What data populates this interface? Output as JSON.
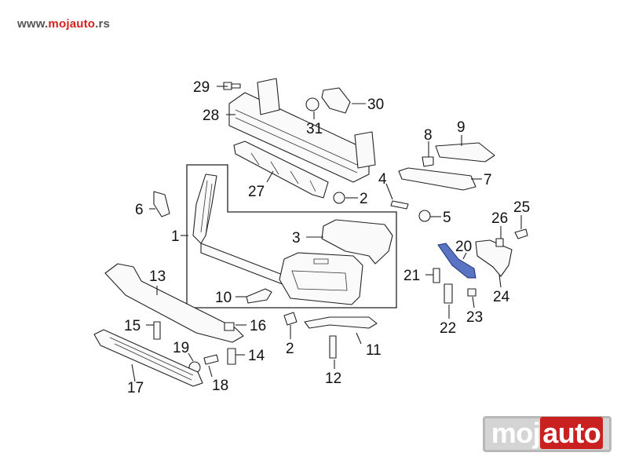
{
  "site": {
    "prefix": "www.",
    "brand": "mojauto",
    "suffix": ".rs"
  },
  "watermark": {
    "part1": "moj",
    "part2": "auto"
  },
  "callouts": [
    {
      "id": "c1",
      "label": "1"
    },
    {
      "id": "c2a",
      "label": "2"
    },
    {
      "id": "c2b",
      "label": "2"
    },
    {
      "id": "c3",
      "label": "3"
    },
    {
      "id": "c4",
      "label": "4"
    },
    {
      "id": "c5",
      "label": "5"
    },
    {
      "id": "c6",
      "label": "6"
    },
    {
      "id": "c7",
      "label": "7"
    },
    {
      "id": "c8",
      "label": "8"
    },
    {
      "id": "c9",
      "label": "9"
    },
    {
      "id": "c10",
      "label": "10"
    },
    {
      "id": "c11",
      "label": "11"
    },
    {
      "id": "c12",
      "label": "12"
    },
    {
      "id": "c13",
      "label": "13"
    },
    {
      "id": "c14",
      "label": "14"
    },
    {
      "id": "c15",
      "label": "15"
    },
    {
      "id": "c16",
      "label": "16"
    },
    {
      "id": "c17",
      "label": "17"
    },
    {
      "id": "c18",
      "label": "18"
    },
    {
      "id": "c19",
      "label": "19"
    },
    {
      "id": "c20",
      "label": "20"
    },
    {
      "id": "c21",
      "label": "21"
    },
    {
      "id": "c22",
      "label": "22"
    },
    {
      "id": "c23",
      "label": "23"
    },
    {
      "id": "c24",
      "label": "24"
    },
    {
      "id": "c25",
      "label": "25"
    },
    {
      "id": "c26",
      "label": "26"
    },
    {
      "id": "c27",
      "label": "27"
    },
    {
      "id": "c28",
      "label": "28"
    },
    {
      "id": "c29",
      "label": "29"
    },
    {
      "id": "c30",
      "label": "30"
    },
    {
      "id": "c31",
      "label": "31"
    }
  ],
  "colors": {
    "highlight": "#5a74c4",
    "brand_red": "#d6201f",
    "line": "#222222"
  }
}
